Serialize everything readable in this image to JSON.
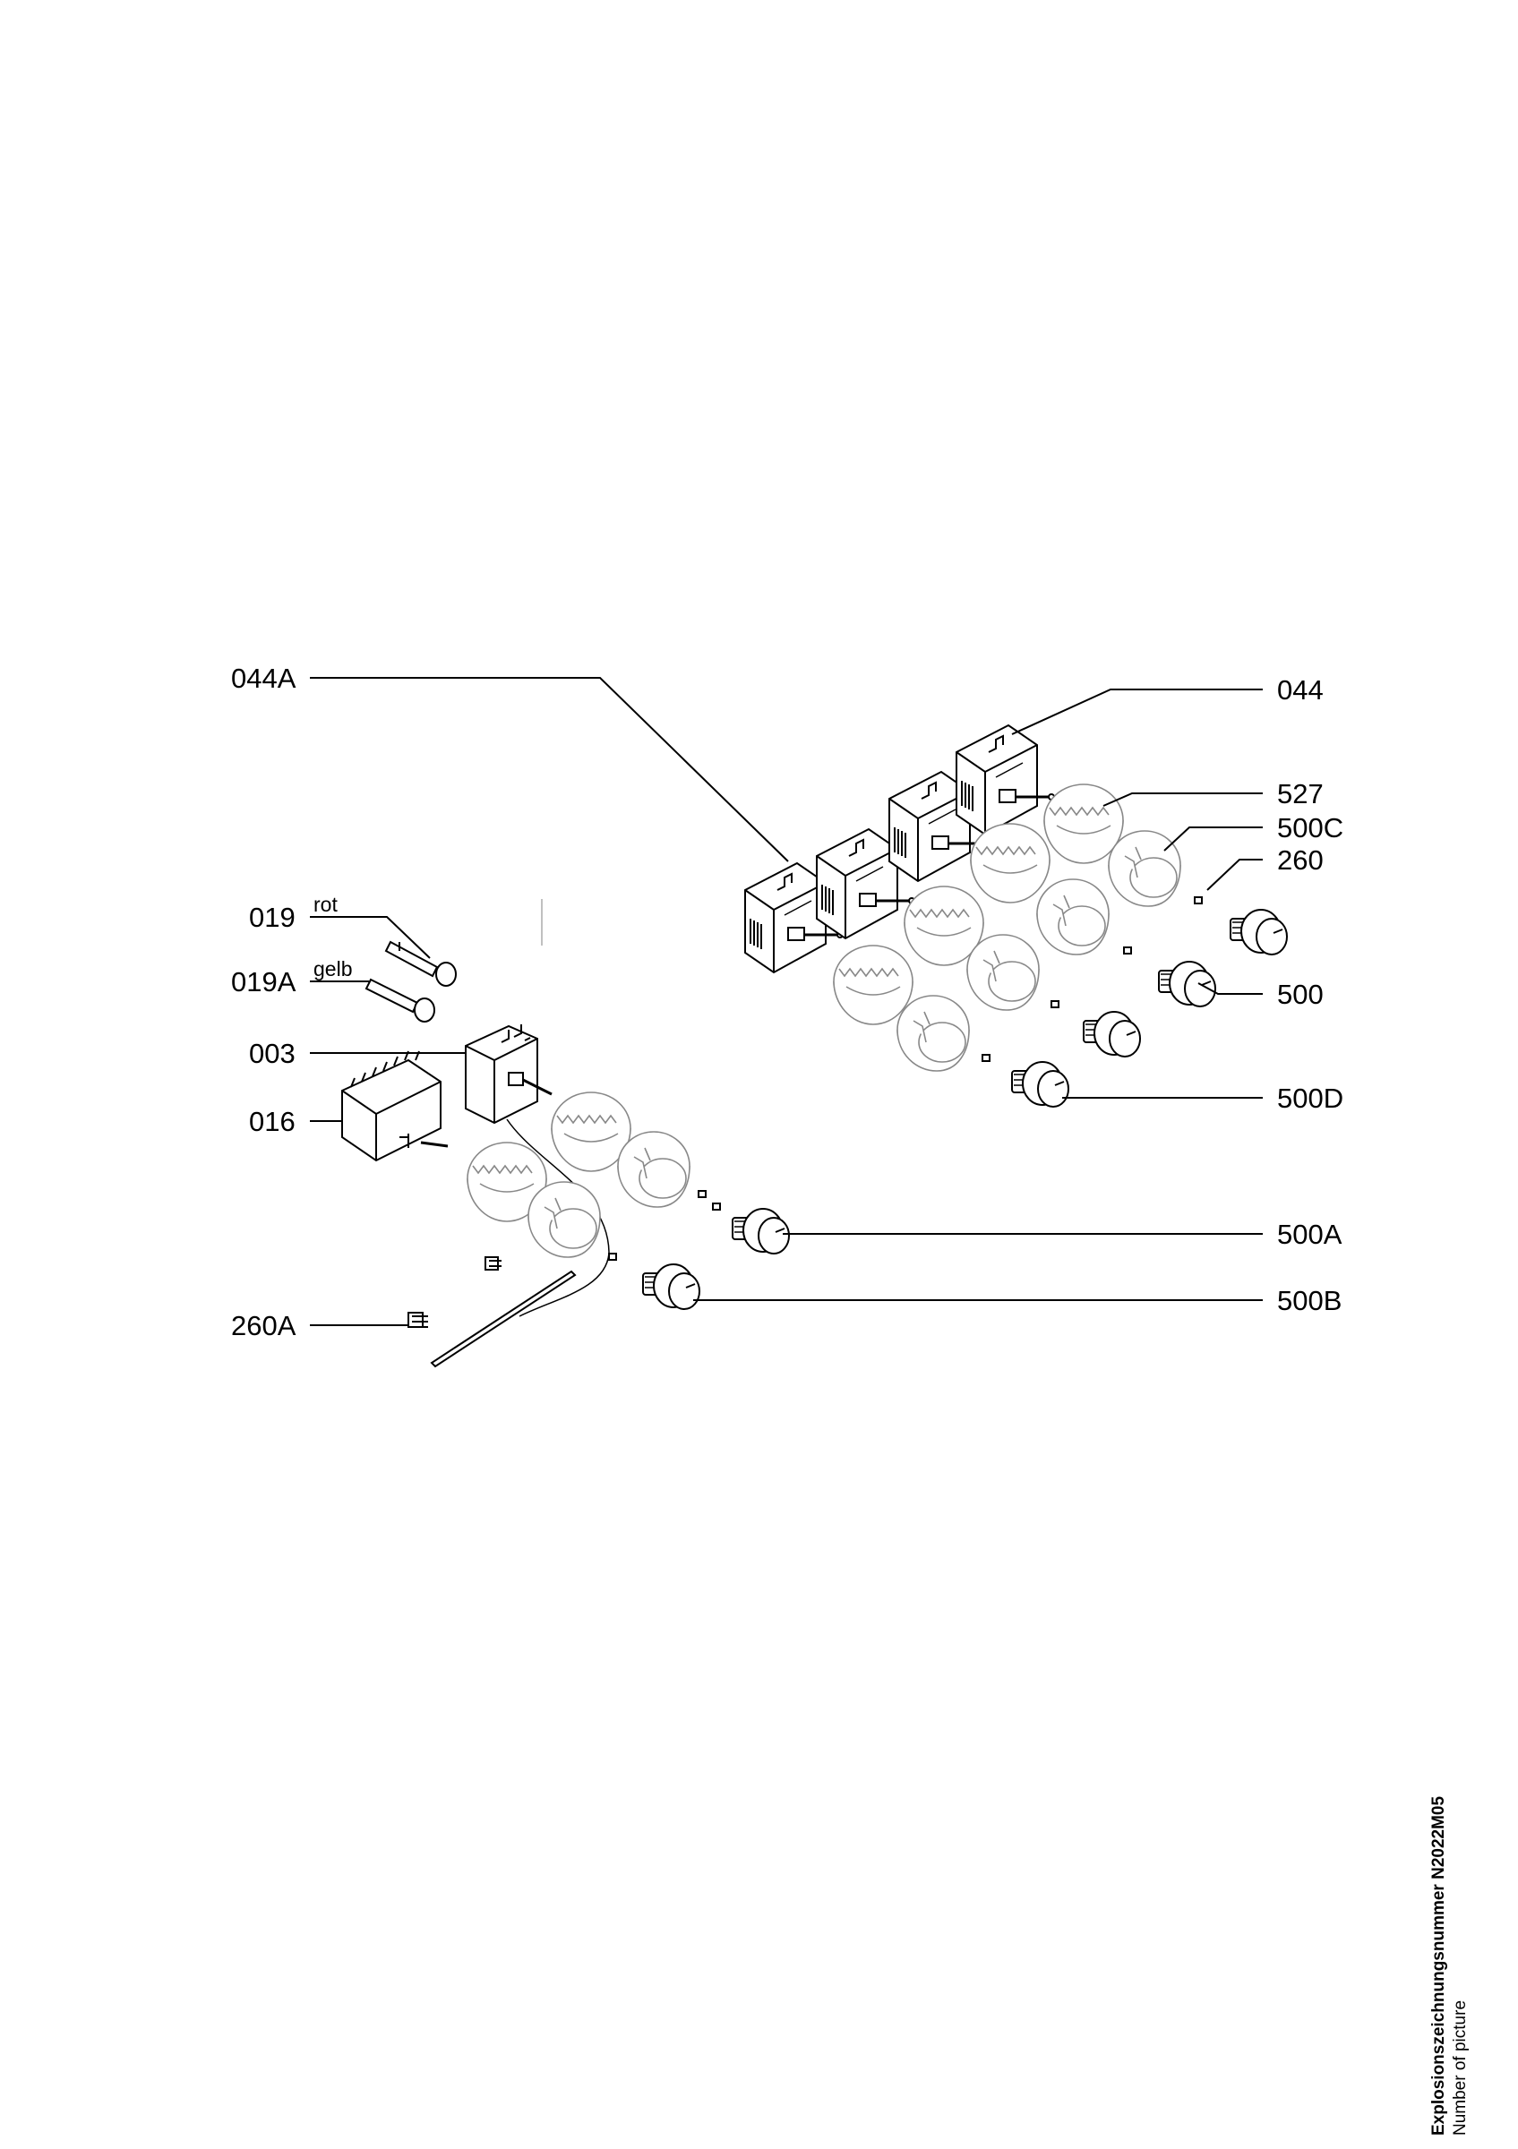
{
  "labels": {
    "p044A": "044A",
    "p044": "044",
    "p527": "527",
    "p500C": "500C",
    "p260": "260",
    "p019": "019",
    "p019A": "019A",
    "rot": "rot",
    "gelb": "gelb",
    "p003": "003",
    "p016": "016",
    "p500": "500",
    "p500D": "500D",
    "p500A": "500A",
    "p500B": "500B",
    "p260A": "260A"
  },
  "caption": {
    "title": "Explosionszeichnungsnummer N2022M05",
    "subtitle": "Number of picture"
  }
}
